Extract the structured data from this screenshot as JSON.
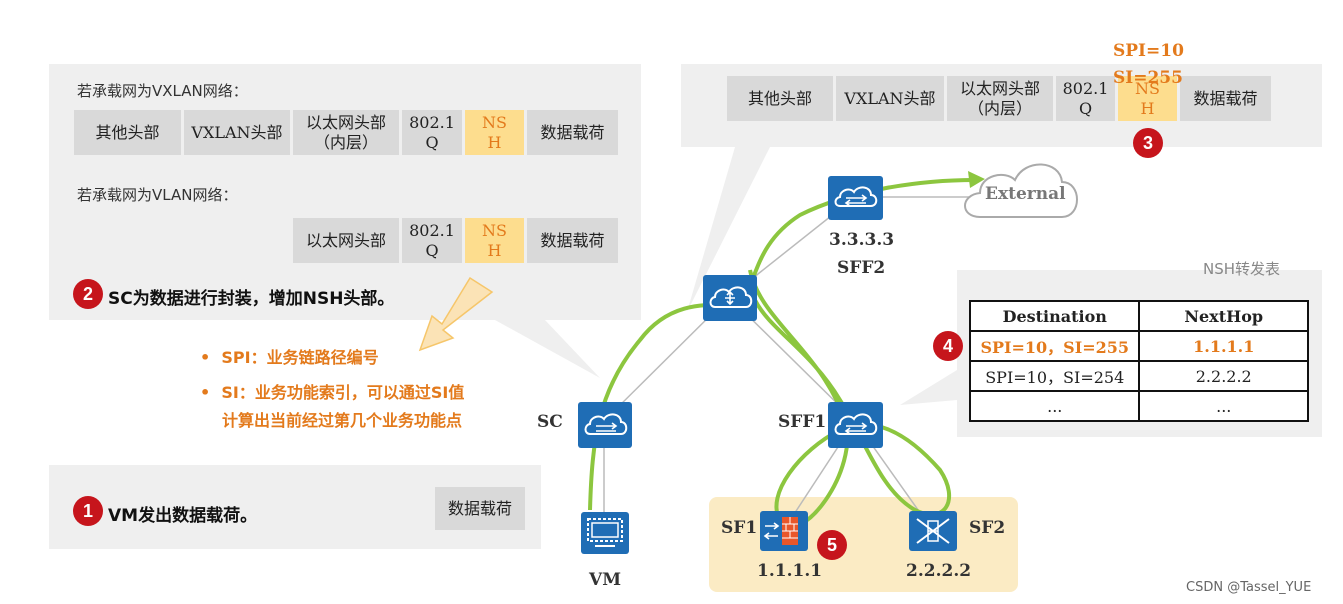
{
  "left_panel": {
    "vxlan_caption": "若承载网为VXLAN网络：",
    "vxlan_cells": [
      "其他头部",
      "VXLAN头部",
      "以太网头部\n（内层）",
      "802.1\nQ",
      "NS\nH",
      "数据载荷"
    ],
    "vlan_caption": "若承载网为VLAN网络：",
    "vlan_cells": [
      "以太网头部",
      "802.1\nQ",
      "NS\nH",
      "数据载荷"
    ],
    "step2_text": "SC为数据进行封装，增加NSH头部。"
  },
  "notes": {
    "spi": "SPI：业务链路径编号",
    "si_line1": "SI：业务功能索引，可以通过SI值",
    "si_line2": "计算出当前经过第几个业务功能点"
  },
  "step1": {
    "text": "VM发出数据载荷。",
    "payload": "数据载荷"
  },
  "top_right_panel": {
    "cells": [
      "其他头部",
      "VXLAN头部",
      "以太网头部\n（内层）",
      "802.1\nQ",
      "NS\nH",
      "数据载荷"
    ],
    "spi": "SPI=10",
    "si": "SI=255"
  },
  "badges": [
    "1",
    "2",
    "3",
    "4",
    "5"
  ],
  "nodes": {
    "sff2_ip": "3.3.3.3",
    "sff2": "SFF2",
    "external": "External",
    "sc": "SC",
    "sff1": "SFF1",
    "sf1": "SF1",
    "sf1_ip": "1.1.1.1",
    "sf2": "SF2",
    "sf2_ip": "2.2.2.2",
    "vm": "VM"
  },
  "nsh_table": {
    "title": "NSH转发表",
    "headers": [
      "Destination",
      "NextHop"
    ],
    "rows": [
      [
        "SPI=10，SI=255",
        "1.1.1.1"
      ],
      [
        "SPI=10，SI=254",
        "2.2.2.2"
      ],
      [
        "...",
        "..."
      ]
    ]
  },
  "watermark": "CSDN @Tassel_YUE",
  "colors": {
    "accent_orange": "#e37a1c",
    "badge_red": "#c6151c",
    "path_green": "#8cc63f",
    "device_blue": "#1f6db5",
    "nsh_fill": "#fddd8e"
  }
}
